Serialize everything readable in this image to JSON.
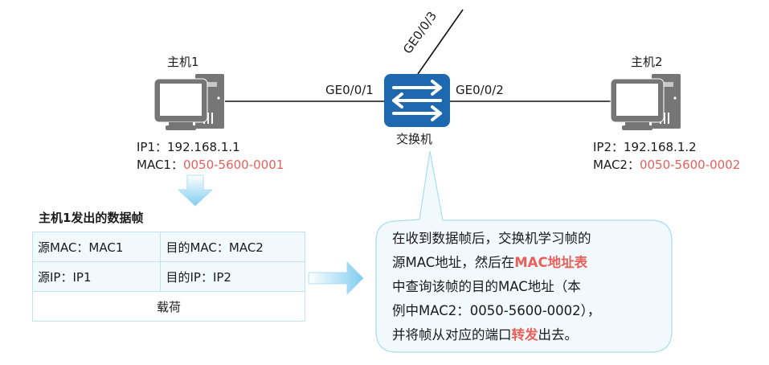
{
  "host1": {
    "name": "主机1",
    "ip_label": "IP1：",
    "ip": "192.168.1.1",
    "mac_label": "MAC1：",
    "mac": "0050-5600-0001"
  },
  "host2": {
    "name": "主机2",
    "ip_label": "IP2：",
    "ip": "192.168.1.2",
    "mac_label": "MAC2：",
    "mac": "0050-5600-0002"
  },
  "switch": {
    "name": "交换机",
    "ports": {
      "p1": "GE0/0/1",
      "p2": "GE0/0/2",
      "p3": "GE0/0/3"
    }
  },
  "frame": {
    "title": "主机1发出的数据帧",
    "rows": [
      [
        "源MAC：MAC1",
        "目的MAC：MAC2"
      ],
      [
        "源IP：IP1",
        "目的IP：IP2"
      ]
    ],
    "payload": "载荷"
  },
  "bubble": {
    "line1": "在收到数据帧后，交换机学习帧的",
    "line2a": "源MAC地址，然后在",
    "line2b": "MAC地址表",
    "line3": "中查询该帧的目的MAC地址（本",
    "line4": "例中MAC2：0050-5600-0002），",
    "line5a": "并将帧从对应的端口",
    "line5b": "转发",
    "line5c": "出去。"
  },
  "colors": {
    "highlight": "#e8605a",
    "switch_blue": "#1d68ae",
    "device_gray": "#767676",
    "light_blue": "#bfe3f2"
  }
}
